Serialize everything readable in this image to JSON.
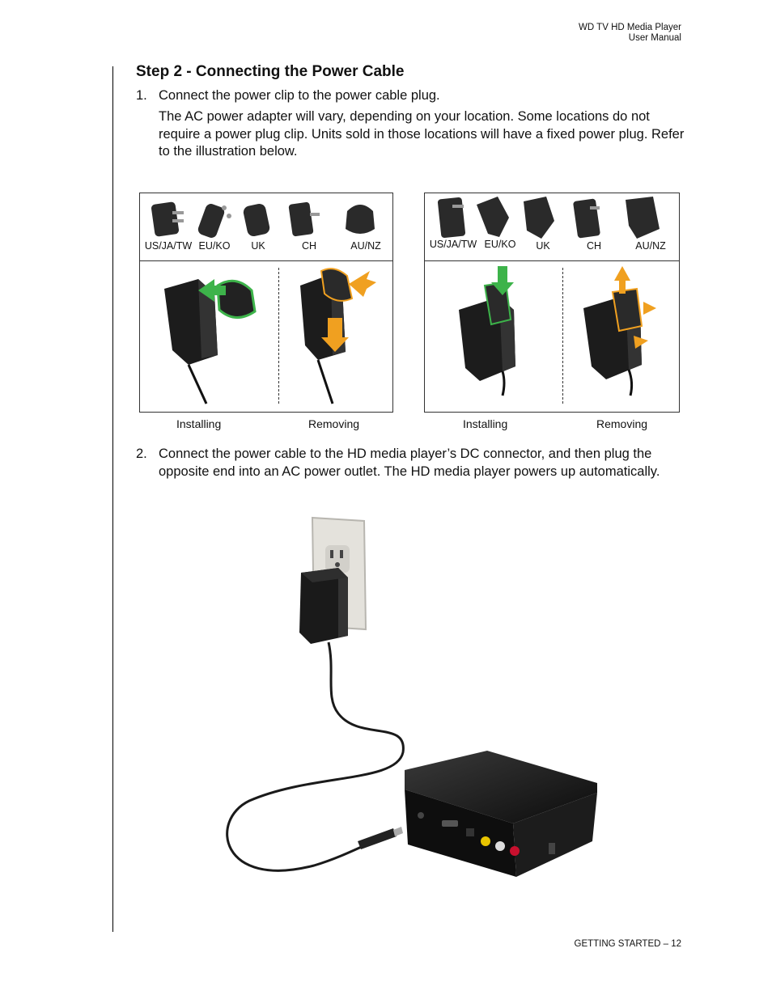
{
  "header": {
    "line1": "WD TV HD Media Player",
    "line2": "User Manual"
  },
  "section_title": "Step 2 - Connecting the Power Cable",
  "step1": {
    "number": "1.",
    "text": "Connect the power clip to the power cable plug.",
    "detail": "The AC power adapter will vary, depending on your location. Some locations do not require a power plug clip. Units sold in those locations will have a fixed power plug. Refer to the illustration below."
  },
  "left_panel": {
    "labels": [
      "US/JA/TW",
      "EU/KO",
      "UK",
      "CH",
      "AU/NZ"
    ]
  },
  "right_panel": {
    "labels": [
      "US/JA/TW",
      "EU/KO",
      "UK",
      "CH",
      "AU/NZ"
    ]
  },
  "captions": {
    "left_install": "Installing",
    "left_remove": "Removing",
    "right_install": "Installing",
    "right_remove": "Removing"
  },
  "step2": {
    "number": "2.",
    "text": "Connect the power cable to the HD media player’s DC connector, and then plug the opposite end into an AC power outlet. The HD media player powers up automatically."
  },
  "footer": {
    "text": "GETTING STARTED – 12"
  },
  "colors": {
    "install_arrow": "#3db34a",
    "remove_arrow": "#f0a020"
  }
}
